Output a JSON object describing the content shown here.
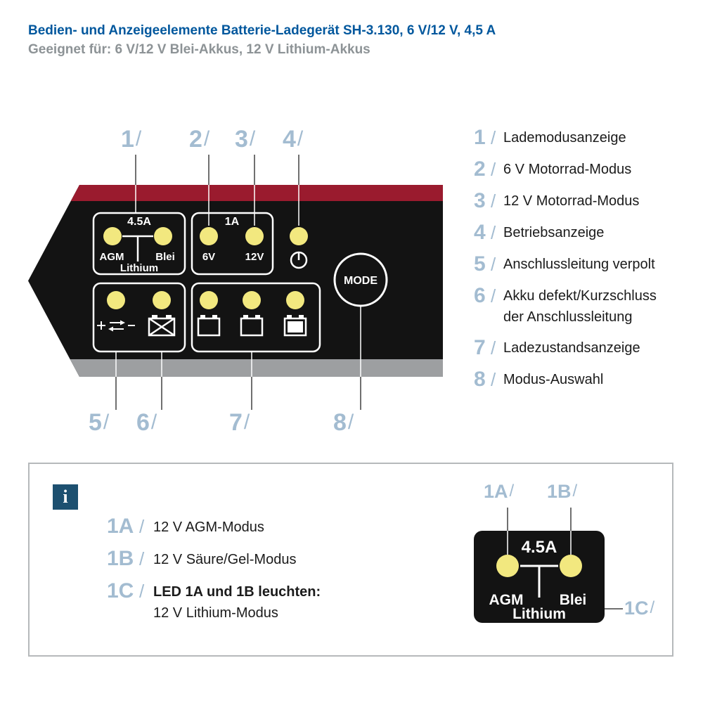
{
  "ui": {
    "slash": "/"
  },
  "header": {
    "title": "Bedien- und Anzeigeelemente Batterie-Ladegerät SH-3.130, 6 V/12 V, 4,5 A",
    "subtitle": "Geeignet für: 6 V/12 V Blei-Akkus, 12 V Lithium-Akkus"
  },
  "colors": {
    "title_blue": "#00579D",
    "subtitle_gray": "#8D9396",
    "callout_blue": "#A3BCD1",
    "panel_black": "#131313",
    "stripe_red": "#9A1B2E",
    "stripe_gray": "#9D9FA1",
    "led_yellow": "#F2E87F",
    "info_icon_blue": "#1D5070",
    "text_dark": "#1B1B1B"
  },
  "device": {
    "charge_mode_box": {
      "amp_label": "4.5A",
      "left_label": "AGM",
      "right_label": "Blei",
      "bottom_label": "Lithium"
    },
    "voltage_box": {
      "amp_label": "1A",
      "left_label": "6V",
      "right_label": "12V"
    },
    "mode_button_label": "MODE"
  },
  "callouts": {
    "top": [
      "1",
      "2",
      "3",
      "4"
    ],
    "bottom": [
      "5",
      "6",
      "7",
      "8"
    ]
  },
  "legend": [
    {
      "num": "1",
      "text": "Lademodusanzeige"
    },
    {
      "num": "2",
      "text": "6 V Motorrad-Modus"
    },
    {
      "num": "3",
      "text": "12 V Motorrad-Modus"
    },
    {
      "num": "4",
      "text": "Betriebsanzeige"
    },
    {
      "num": "5",
      "text": "Anschlussleitung verpolt"
    },
    {
      "num": "6",
      "text": "Akku defekt/Kurzschluss\nder Anschlussleitung"
    },
    {
      "num": "7",
      "text": "Ladezustandsanzeige"
    },
    {
      "num": "8",
      "text": "Modus-Auswahl"
    }
  ],
  "info_box": {
    "icon_letter": "i",
    "items": [
      {
        "num": "1A",
        "text": "12 V AGM-Modus"
      },
      {
        "num": "1B",
        "text": "12 V Säure/Gel-Modus"
      },
      {
        "num": "1C",
        "text_bold": "LED 1A und 1B leuchten:",
        "text2": "12 V Lithium-Modus"
      }
    ],
    "detail": {
      "amp_label": "4.5A",
      "left_label": "AGM",
      "right_label": "Blei",
      "bottom_label": "Lithium",
      "callouts": [
        "1A",
        "1B",
        "1C"
      ]
    }
  }
}
